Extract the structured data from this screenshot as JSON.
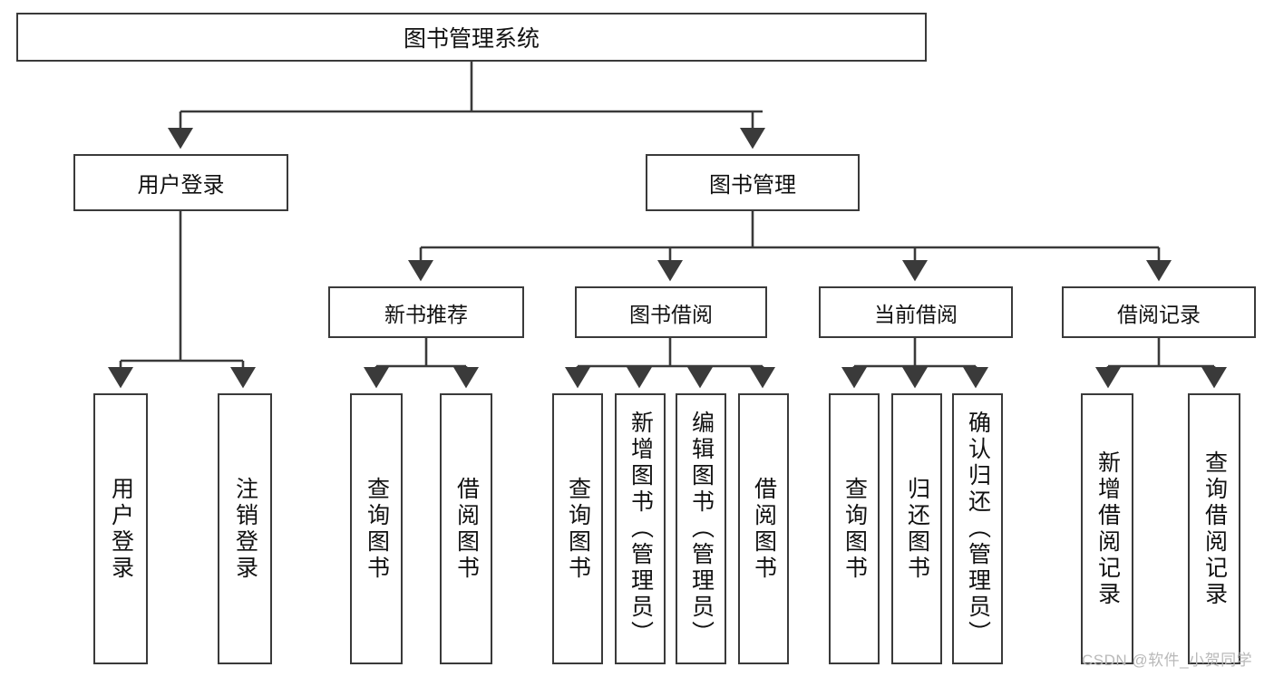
{
  "diagram": {
    "title": "图书管理系统",
    "type": "hierarchy-tree",
    "root": {
      "label": "图书管理系统"
    },
    "level1": [
      {
        "label": "用户登录"
      },
      {
        "label": "图书管理"
      }
    ],
    "level2": [
      {
        "label": "新书推荐"
      },
      {
        "label": "图书借阅"
      },
      {
        "label": "当前借阅"
      },
      {
        "label": "借阅记录"
      }
    ],
    "leaves": {
      "user_login": [
        {
          "label": "用户登录"
        },
        {
          "label": "注销登录"
        }
      ],
      "new_book_recommend": [
        {
          "label": "查询图书"
        },
        {
          "label": "借阅图书"
        }
      ],
      "book_borrow": [
        {
          "label": "查询图书"
        },
        {
          "label": "新增图书（管理员）"
        },
        {
          "label": "编辑图书（管理员）"
        },
        {
          "label": "借阅图书"
        }
      ],
      "current_borrow": [
        {
          "label": "查询图书"
        },
        {
          "label": "归还图书"
        },
        {
          "label": "确认归还（管理员）"
        }
      ],
      "borrow_record": [
        {
          "label": "新增借阅记录"
        },
        {
          "label": "查询借阅记录"
        }
      ]
    }
  },
  "watermark": {
    "text": "CSDN @软件_小贺同学"
  },
  "colors": {
    "border": "#3a3a3a",
    "fill": "#ffffff",
    "text": "#111111",
    "watermark": "#b9b9b9"
  }
}
